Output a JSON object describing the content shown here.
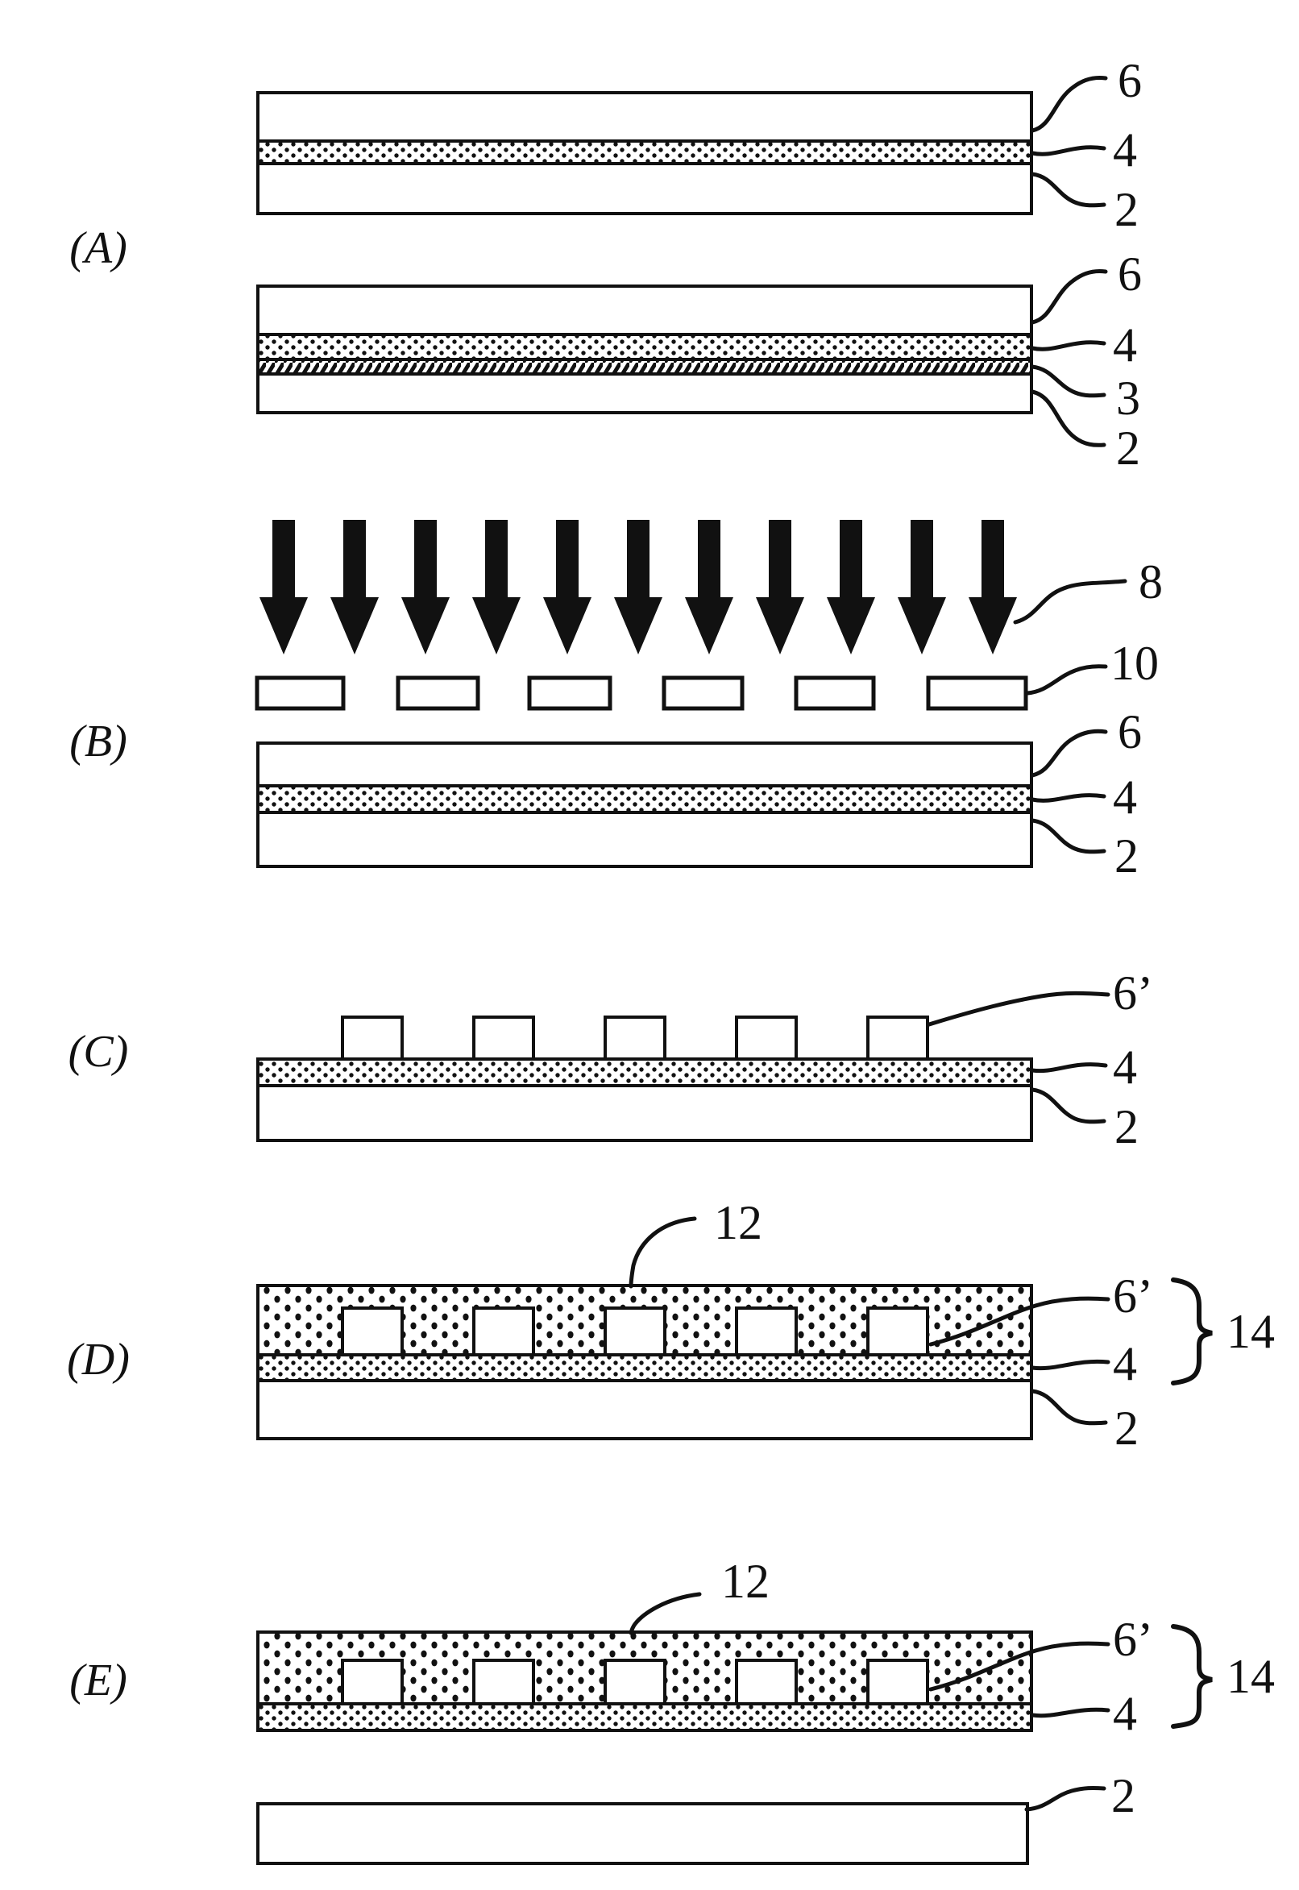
{
  "colors": {
    "ink": "#111111",
    "paper": "#ffffff"
  },
  "panels": {
    "a": {
      "label": "(A)"
    },
    "b": {
      "label": "(B)"
    },
    "c": {
      "label": "(C)"
    },
    "d": {
      "label": "(D)"
    },
    "e": {
      "label": "(E)"
    }
  },
  "callouts": {
    "a1": {
      "layer6": "6",
      "layer4": "4",
      "layer2": "2"
    },
    "a2": {
      "layer6": "6",
      "layer4": "4",
      "layer3": "3",
      "layer2": "2"
    },
    "b": {
      "beam": "8",
      "mask": "10",
      "layer6": "6",
      "layer4": "4",
      "layer2": "2"
    },
    "c": {
      "blocks": "6’",
      "layer4": "4",
      "layer2": "2"
    },
    "d": {
      "cover": "12",
      "blocks": "6’",
      "layer4": "4",
      "layer2": "2",
      "group": "14"
    },
    "e": {
      "cover": "12",
      "blocks": "6’",
      "layer4": "4",
      "group": "14",
      "layer2": "2"
    }
  },
  "counts": {
    "beam_arrows": 11,
    "mask_segments": 6,
    "pattern_blocks": 5
  }
}
